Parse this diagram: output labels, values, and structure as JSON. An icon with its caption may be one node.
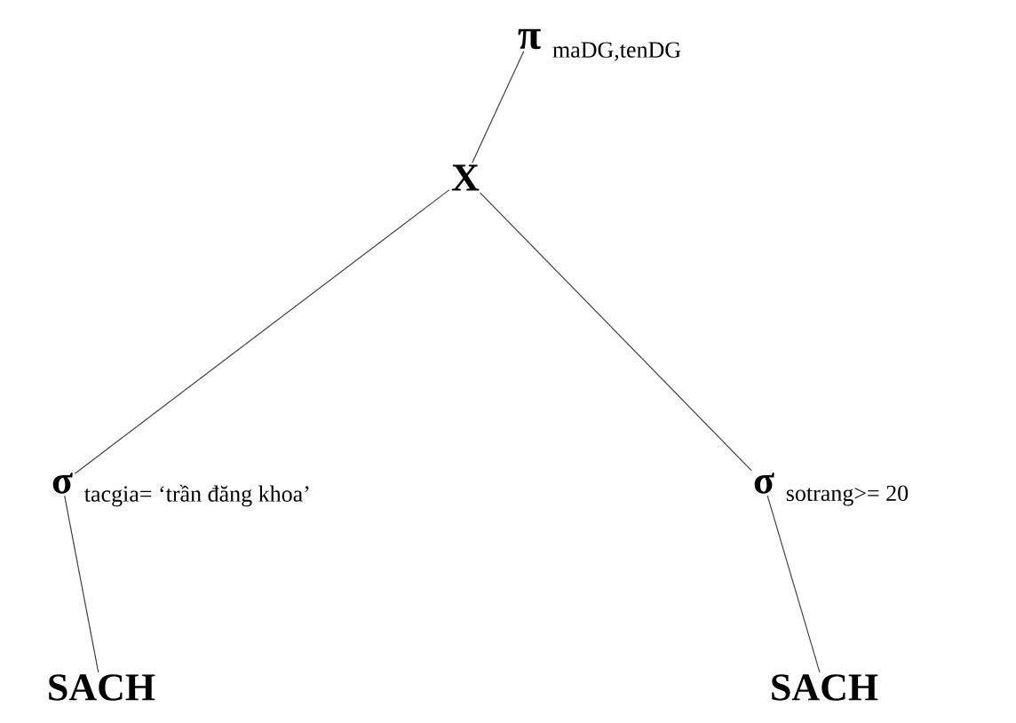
{
  "diagram": {
    "nodes": [
      {
        "text": [
          "π",
          "maDG,tenDG"
        ]
      },
      {
        "text": [
          "X"
        ]
      },
      {
        "text": [
          "σ",
          "tacgia= ‘trần đăng khoa’"
        ]
      },
      {
        "text": [
          "σ",
          "sotrang>= 20"
        ]
      },
      {
        "text": [
          "SACH"
        ]
      },
      {
        "text": [
          "SACH"
        ]
      }
    ],
    "edges": [
      {
        "from": 0,
        "to": 1,
        "arrow": "none"
      },
      {
        "from": 1,
        "to": 2,
        "arrow": "none"
      },
      {
        "from": 1,
        "to": 3,
        "arrow": "none"
      },
      {
        "from": 2,
        "to": 4,
        "arrow": "none"
      },
      {
        "from": 3,
        "to": 5,
        "arrow": "none"
      }
    ]
  }
}
